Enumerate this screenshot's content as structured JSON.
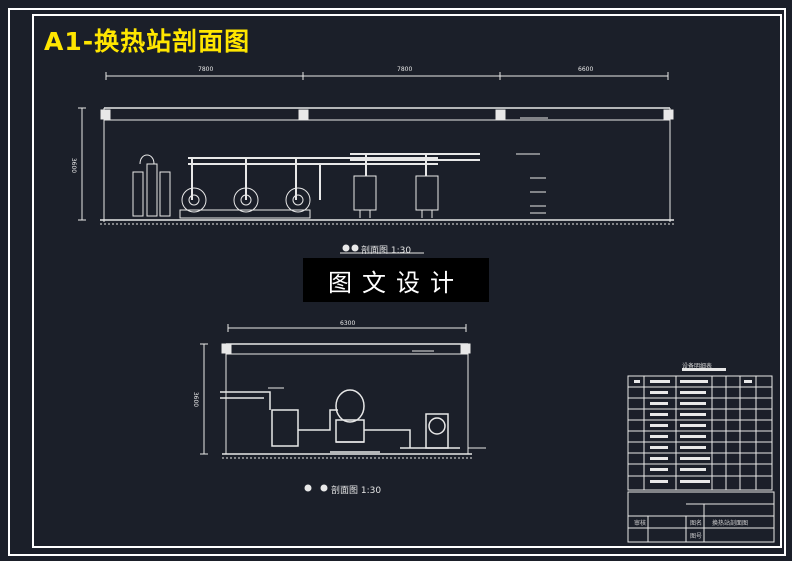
{
  "title": "A1-换热站剖面图",
  "watermark": "图文设计",
  "section_top": {
    "caption": "剖面图 1:30",
    "dims": [
      "7800",
      "7800",
      "6600"
    ],
    "height_dim": "3600"
  },
  "section_bottom": {
    "caption": "剖面图 1:30",
    "width_dim": "6300",
    "height_dim": "3600"
  },
  "legend": {
    "title": "设备明细表"
  },
  "title_block": {
    "drawing_name": "换热站剖面图",
    "field_1": "审核",
    "field_2": "图名",
    "field_3": "图号"
  },
  "colors": {
    "background": "#1b1f29",
    "frame": "#ffffff",
    "title": "#ffe600",
    "lines": "#e8e8e8"
  }
}
